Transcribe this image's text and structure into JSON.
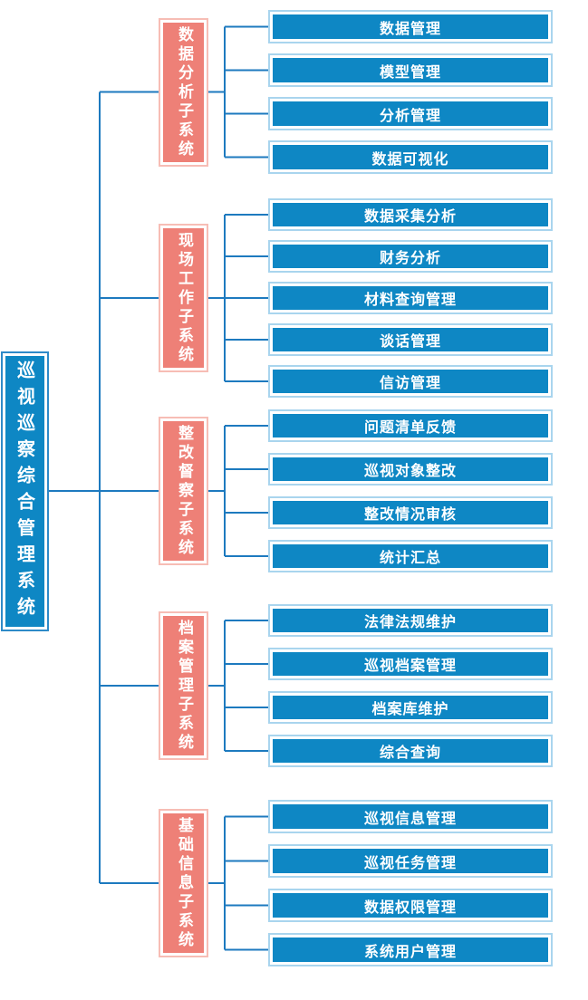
{
  "diagram": {
    "root": {
      "label": "巡视巡察综合管理系统"
    },
    "groups": [
      {
        "label": "数据分析子系统",
        "leaves": [
          "数据管理",
          "模型管理",
          "分析管理",
          "数据可视化"
        ]
      },
      {
        "label": "现场工作子系统",
        "leaves": [
          "数据采集分析",
          "财务分析",
          "材料查询管理",
          "谈话管理",
          "信访管理"
        ]
      },
      {
        "label": "整改督察子系统",
        "leaves": [
          "问题清单反馈",
          "巡视对象整改",
          "整改情况审核",
          "统计汇总"
        ]
      },
      {
        "label": "档案管理子系统",
        "leaves": [
          "法律法规维护",
          "巡视档案管理",
          "档案库维护",
          "综合查询"
        ]
      },
      {
        "label": "基础信息子系统",
        "leaves": [
          "巡视信息管理",
          "巡视任务管理",
          "数据权限管理",
          "系统用户管理"
        ]
      }
    ],
    "colors": {
      "leaf_fill": "#0e87c4",
      "leaf_border": "#a9d5ee",
      "subsystem_fill": "#ee8077",
      "subsystem_border": "#f7bdb5",
      "root_fill": "#0e87c4",
      "root_border": "#2e8ac8",
      "connector": "#1d7abf",
      "text": "#ffffff",
      "background": "#ffffff"
    }
  }
}
